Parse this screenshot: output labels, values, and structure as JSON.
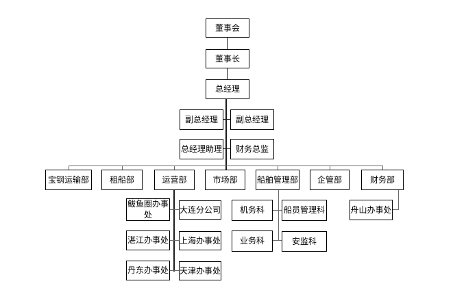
{
  "diagram_type": "org-chart",
  "colors": {
    "background": "#ffffff",
    "box_border": "#000000",
    "text": "#000000",
    "connector_thin": "#6b6b6b",
    "connector_trunk": "#1a1a1a"
  },
  "nodes": {
    "board": {
      "label": "董事会"
    },
    "chairman": {
      "label": "董事长"
    },
    "general_manager": {
      "label": "总经理"
    },
    "deputy_gm_left": {
      "label": "副总经理"
    },
    "deputy_gm_right": {
      "label": "副总经理"
    },
    "gm_assistant": {
      "label": "总经理助理"
    },
    "finance_director": {
      "label": "财务总监"
    },
    "dept_baosteel_transport": {
      "label": "宝钢运输部"
    },
    "dept_chartering": {
      "label": "租船部"
    },
    "dept_operations": {
      "label": "运营部"
    },
    "dept_marketing": {
      "label": "市场部"
    },
    "dept_ship_management": {
      "label": "船舶管理部"
    },
    "dept_enterprise_management": {
      "label": "企管部"
    },
    "dept_finance": {
      "label": "财务部"
    },
    "office_bayuquan": {
      "label": "鲅鱼圈办事处"
    },
    "branch_dalian": {
      "label": "大连分公司"
    },
    "office_zhanjiang": {
      "label": "湛江办事处"
    },
    "office_shanghai": {
      "label": "上海办事处"
    },
    "office_dandong": {
      "label": "丹东办事处"
    },
    "office_tianjin": {
      "label": "天津办事处"
    },
    "section_engineering": {
      "label": "机务科"
    },
    "section_crew_management": {
      "label": "船员管理科"
    },
    "section_business": {
      "label": "业务科"
    },
    "section_safety_supervision": {
      "label": "安监科"
    },
    "office_zhoushan": {
      "label": "舟山办事处"
    }
  },
  "structure": {
    "top_chain": [
      "board",
      "chairman",
      "general_manager"
    ],
    "gm_staff": [
      "deputy_gm_left",
      "deputy_gm_right",
      "gm_assistant",
      "finance_director"
    ],
    "departments": [
      "dept_baosteel_transport",
      "dept_chartering",
      "dept_operations",
      "dept_marketing",
      "dept_ship_management",
      "dept_enterprise_management",
      "dept_finance"
    ],
    "dept_operations_children": [
      "office_bayuquan",
      "branch_dalian",
      "office_zhanjiang",
      "office_shanghai",
      "office_dandong",
      "office_tianjin"
    ],
    "dept_ship_management_children": [
      "section_engineering",
      "section_crew_management",
      "section_business",
      "section_safety_supervision"
    ],
    "dept_finance_children": [
      "office_zhoushan"
    ]
  }
}
